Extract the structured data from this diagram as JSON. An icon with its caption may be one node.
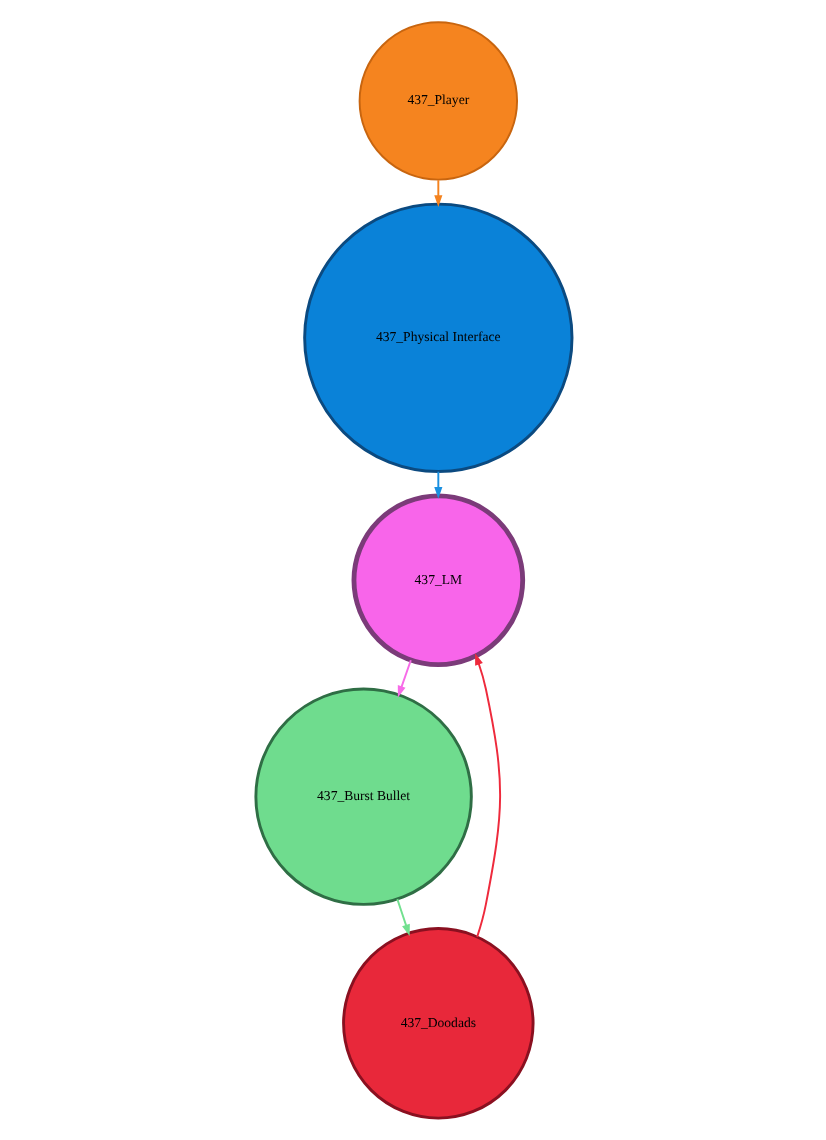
{
  "diagram": {
    "nodes": [
      {
        "text": [
          "437_Player"
        ]
      },
      {
        "text": [
          "437_Physical Interface"
        ]
      },
      {
        "text": [
          "437_LM"
        ]
      },
      {
        "text": [
          "437_Burst Bullet"
        ]
      },
      {
        "text": [
          "437_Doodads"
        ]
      }
    ],
    "edges": [
      {
        "from": 0,
        "to": 1,
        "arrow": "to",
        "color": "#f4821e"
      },
      {
        "from": 1,
        "to": 2,
        "arrow": "to",
        "color": "#1a8fe0"
      },
      {
        "from": 2,
        "to": 3,
        "arrow": "to",
        "color": "#f76be8"
      },
      {
        "from": 3,
        "to": 4,
        "arrow": "to",
        "color": "#72e08f"
      },
      {
        "from": 4,
        "to": 2,
        "arrow": "to",
        "color": "#ee2a3c"
      }
    ]
  }
}
